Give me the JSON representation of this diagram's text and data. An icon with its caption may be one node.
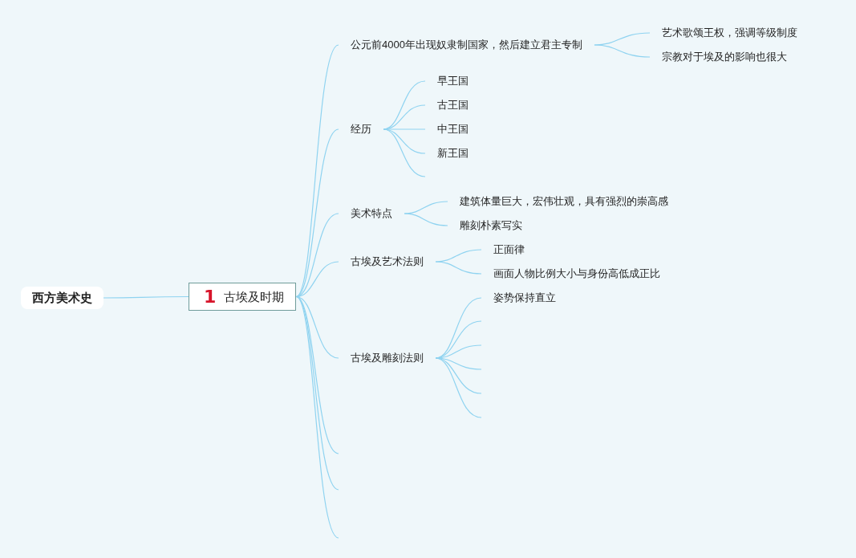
{
  "diagram": {
    "nodes": [
      {
        "text": [
          "西方美术史"
        ]
      },
      {
        "text": [
          "1",
          "古埃及时期"
        ]
      },
      {
        "text": [
          "公元前4000年出现奴隶制国家，然后建立君主专制"
        ]
      },
      {
        "text": [
          "艺术歌颂王权，强调等级制度"
        ]
      },
      {
        "text": [
          "宗教对于埃及的影响也很大"
        ]
      },
      {
        "text": [
          "经历"
        ]
      },
      {
        "text": [
          "早王国"
        ]
      },
      {
        "text": [
          "古王国"
        ]
      },
      {
        "text": [
          "中王国"
        ]
      },
      {
        "text": [
          "新王国"
        ]
      },
      {
        "text": [
          "美术特点"
        ]
      },
      {
        "text": [
          "建筑体量巨大，宏伟壮观，具有强烈的崇高感"
        ]
      },
      {
        "text": [
          "雕刻朴素写实"
        ]
      },
      {
        "text": [
          "古埃及艺术法则"
        ]
      },
      {
        "text": [
          "正面律"
        ]
      },
      {
        "text": [
          "画面人物比例大小与身份高低成正比"
        ]
      },
      {
        "text": [
          "古埃及雕刻法则"
        ]
      },
      {
        "text": [
          "姿势保持直立"
        ]
      }
    ],
    "edges": [
      {
        "from": 0,
        "to": 1,
        "arrow": "none"
      },
      {
        "from": 1,
        "to": 2,
        "arrow": "none"
      },
      {
        "from": 1,
        "to": 5,
        "arrow": "none"
      },
      {
        "from": 1,
        "to": 10,
        "arrow": "none"
      },
      {
        "from": 1,
        "to": 13,
        "arrow": "none"
      },
      {
        "from": 1,
        "to": 16,
        "arrow": "none"
      },
      {
        "from": 1,
        "to": null,
        "arrow": "none"
      },
      {
        "from": 1,
        "to": null,
        "arrow": "none"
      },
      {
        "from": 1,
        "to": null,
        "arrow": "none"
      },
      {
        "from": 2,
        "to": 3,
        "arrow": "none"
      },
      {
        "from": 2,
        "to": 4,
        "arrow": "none"
      },
      {
        "from": 5,
        "to": 6,
        "arrow": "none"
      },
      {
        "from": 5,
        "to": 7,
        "arrow": "none"
      },
      {
        "from": 5,
        "to": 8,
        "arrow": "none"
      },
      {
        "from": 5,
        "to": 9,
        "arrow": "none"
      },
      {
        "from": 5,
        "to": null,
        "arrow": "none"
      },
      {
        "from": 10,
        "to": 11,
        "arrow": "none"
      },
      {
        "from": 10,
        "to": 12,
        "arrow": "none"
      },
      {
        "from": 13,
        "to": 14,
        "arrow": "none"
      },
      {
        "from": 13,
        "to": 15,
        "arrow": "none"
      },
      {
        "from": 16,
        "to": 17,
        "arrow": "none"
      },
      {
        "from": 16,
        "to": null,
        "arrow": "none"
      },
      {
        "from": 16,
        "to": null,
        "arrow": "none"
      },
      {
        "from": 16,
        "to": null,
        "arrow": "none"
      },
      {
        "from": 16,
        "to": null,
        "arrow": "none"
      },
      {
        "from": 16,
        "to": null,
        "arrow": "none"
      }
    ]
  }
}
